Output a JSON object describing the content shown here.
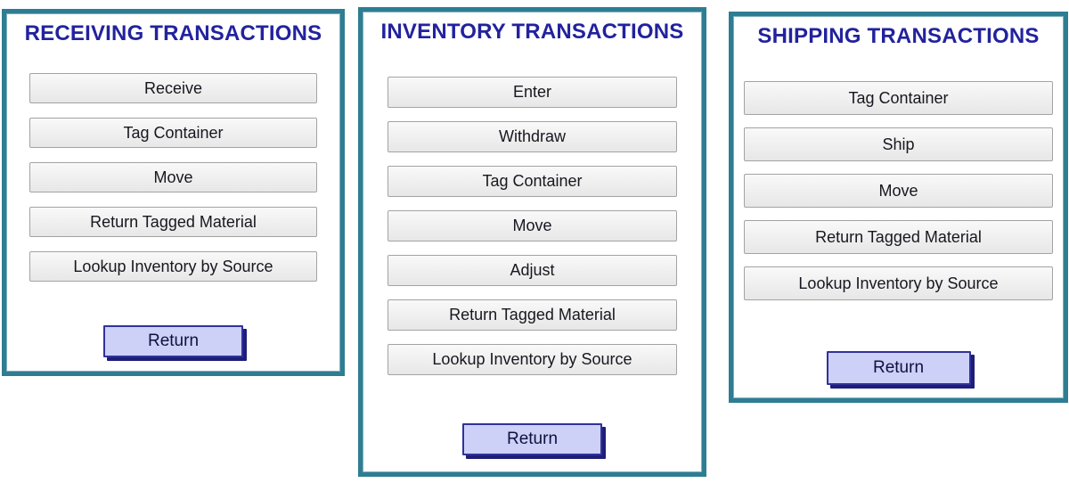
{
  "colors": {
    "panel_border": "#2e7d92",
    "panel_border_inner": "#7fb0bd",
    "title_text": "#22229e",
    "button_bg_top": "#f9f9f9",
    "button_bg_bottom": "#e7e7e7",
    "button_border": "#a3a3a3",
    "button_text": "#17171f",
    "return_bg": "#cdd1f7",
    "return_border": "#31319b",
    "return_shadow": "#1e1e78",
    "return_text": "#101040",
    "page_background": "#ffffff"
  },
  "panels": [
    {
      "id": "receiving",
      "title": "RECEIVING TRANSACTIONS",
      "buttons": [
        "Receive",
        "Tag Container",
        "Move",
        "Return Tagged Material",
        "Lookup Inventory by Source"
      ],
      "return_label": "Return"
    },
    {
      "id": "inventory",
      "title": "INVENTORY TRANSACTIONS",
      "buttons": [
        "Enter",
        "Withdraw",
        "Tag Container",
        "Move",
        "Adjust",
        "Return Tagged Material",
        "Lookup Inventory by Source"
      ],
      "return_label": "Return"
    },
    {
      "id": "shipping",
      "title": "SHIPPING TRANSACTIONS",
      "buttons": [
        "Tag Container",
        "Ship",
        "Move",
        "Return Tagged Material",
        "Lookup Inventory by Source"
      ],
      "return_label": "Return"
    }
  ]
}
